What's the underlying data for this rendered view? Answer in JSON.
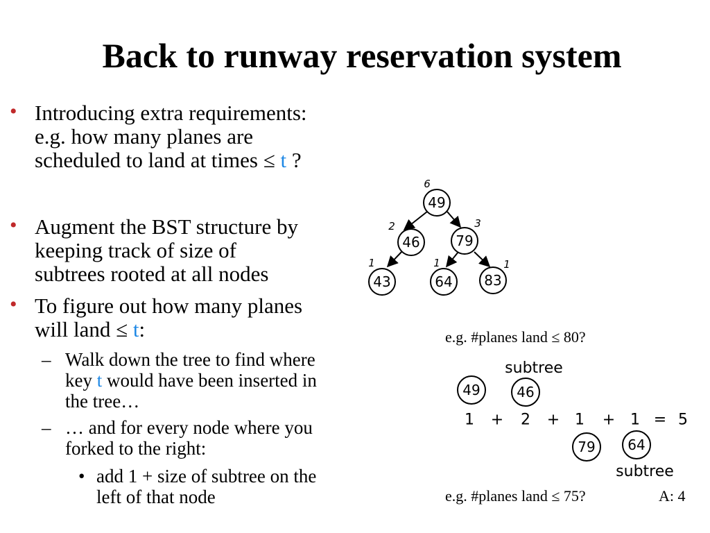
{
  "title": "Back to runway reservation system",
  "colors": {
    "bullet": "#c0292a",
    "highlight": "#1e88e5"
  },
  "bullets": [
    {
      "lines": [
        "Introducing extra requirements:",
        "e.g. how many planes are"
      ],
      "line3_prefix": "scheduled to land at times ≤ ",
      "line3_var": "t",
      "line3_suffix": " ?"
    },
    {
      "lines": [
        "Augment the BST structure by",
        "keeping track of size of",
        "subtrees rooted at all nodes"
      ]
    },
    {
      "line1": "To figure out how many planes",
      "line2_prefix": "will land ≤ ",
      "line2_var": "t",
      "line2_suffix": ":",
      "sub": [
        {
          "line1": "Walk down the tree to find where",
          "line2_prefix": "key ",
          "line2_var": "t",
          "line2_suffix": " would have been inserted in",
          "line3": "the tree…"
        },
        {
          "lines": [
            "… and for every node where you",
            "forked to the right:"
          ],
          "subsub": {
            "lines": [
              "add 1 + size of subtree on the",
              "left of that node"
            ]
          }
        }
      ]
    }
  ],
  "tree": {
    "nodes": [
      {
        "key": "49",
        "size": "6"
      },
      {
        "key": "46",
        "size": "2"
      },
      {
        "key": "79",
        "size": "3"
      },
      {
        "key": "43",
        "size": "1"
      },
      {
        "key": "64",
        "size": "1"
      },
      {
        "key": "83",
        "size": "1"
      }
    ]
  },
  "example1": {
    "question": "e.g. #planes land ≤ 80?",
    "subtree_label_top": "subtree",
    "nodes_top": [
      "49",
      "46"
    ],
    "equation": [
      "1",
      "+",
      "2",
      "+",
      "1",
      "+",
      "1",
      "=",
      "5"
    ],
    "nodes_bottom": [
      "79",
      "64"
    ],
    "subtree_label_bottom": "subtree"
  },
  "example2": {
    "question": "e.g. #planes land ≤ 75?",
    "answer": "A: 4"
  }
}
